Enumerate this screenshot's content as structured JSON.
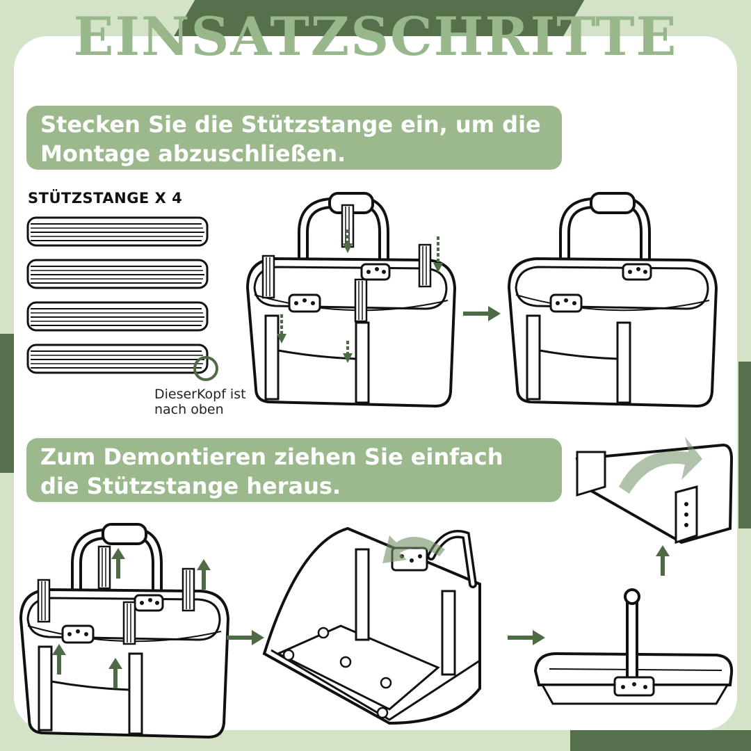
{
  "title": "EINSATZSCHRITTE",
  "step1": {
    "text": "Stecken Sie die Stützstange ein, um die Montage abzuschließen."
  },
  "rods": {
    "label": "STÜTZSTANGE X 4",
    "count": 4,
    "note_line1": "DieserKopf ist",
    "note_line2": "nach oben"
  },
  "step2": {
    "text": "Zum Demontieren ziehen Sie einfach die Stützstange heraus."
  },
  "colors": {
    "background": "#d4e3c8",
    "dark_green": "#4f6b45",
    "banner": "#9cb98d",
    "title": "#98b88c",
    "arrow": "#4f6b45"
  },
  "icons": [
    "arrow-right-icon",
    "arrow-up-icon",
    "basket-illustration",
    "support-rod-icon"
  ]
}
